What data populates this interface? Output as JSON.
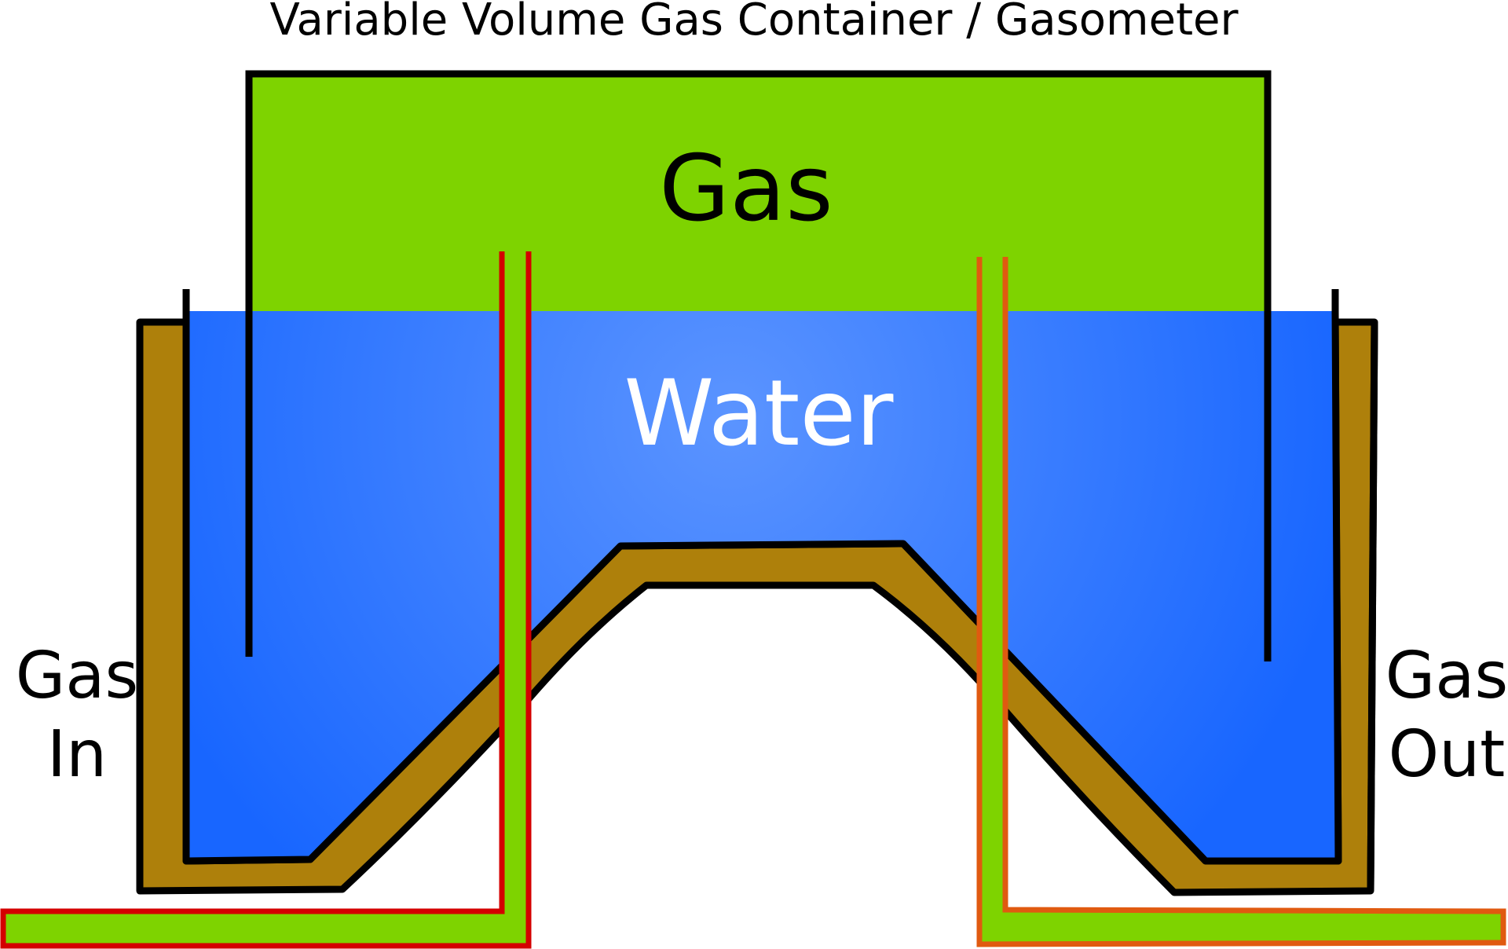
{
  "title": "Variable Volume Gas Container / Gasometer",
  "labels": {
    "gas": "Gas",
    "water": "Water",
    "gas_in_line1": "Gas",
    "gas_in_line2": "In",
    "gas_out_line1": "Gas",
    "gas_out_line2": "Out"
  },
  "colors": {
    "gas": "#7ed300",
    "water_light": "#5b94ff",
    "water_dark": "#1866ff",
    "tank_wall": "#ae800b",
    "outline": "#000000",
    "inlet_pipe_outline": "#d40000",
    "outlet_pipe_outline": "#e05a10",
    "background": "#ffffff"
  }
}
